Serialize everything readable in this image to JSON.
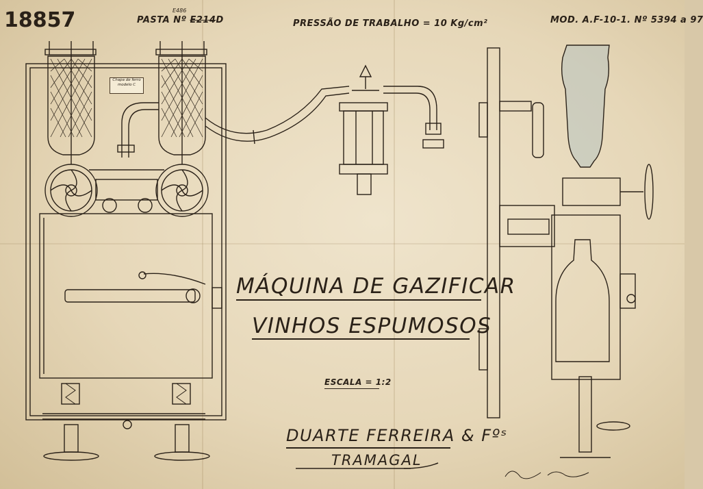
{
  "sheet": {
    "drawing_number": "18857",
    "folder_label": "PASTA Nº",
    "folder_old_value": "E214",
    "folder_new_value": "D",
    "folder_note": "E486",
    "pressure": "PRESSÃO DE TRABALHO = 10 Kg/cm²",
    "model": "MOD. A.F-10-1. Nº 5394 a 97",
    "title_line_1": "MÁQUINA DE GAZIFICAR",
    "title_line_2": "VINHOS ESPUMOSOS",
    "scale": "ESCALA = 1:2",
    "manufacturer": "DUARTE FERREIRA & Fºˢ",
    "location": "TRAMAGAL",
    "plate_label": "Chapa de ferro modelo C"
  },
  "colors": {
    "paper": "#e6d7b8",
    "ink": "#2a2118",
    "glass_tint": "#aebfc0"
  },
  "icons": [
    "pressure-wheel-icon",
    "valve-handle-icon",
    "screw-clamp-icon"
  ]
}
